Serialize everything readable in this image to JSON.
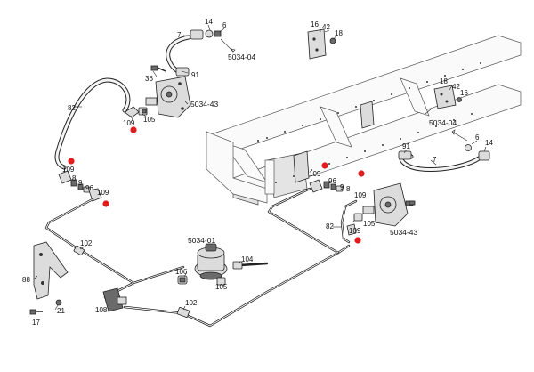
{
  "colors": {
    "marker": "#e21b1b",
    "line": "#222222",
    "part_fill": "#dcdcdc"
  },
  "labels": {
    "l14_top": "14",
    "l6_top": "6",
    "l7_top": "7",
    "l5034_04_top": "5034-04",
    "l36": "36",
    "l91_top": "91",
    "l5034_43_top": "5034-43",
    "l109_top": "109",
    "l105_top": "105",
    "l82_left": "82",
    "l109_left": "109",
    "l8_left": "8",
    "l9_left": "9",
    "l96_left": "96",
    "l109_left2": "109",
    "l16_top": "16",
    "l42_top": "42",
    "l18_top": "18",
    "l18_right": "18",
    "l42_right": "42",
    "l16_right": "16",
    "l5034_04_right": "5034-04",
    "l6_right": "6",
    "l14_right": "14",
    "l91_right": "91",
    "l7_right": "7",
    "l109_mid": "109",
    "l96_mid": "96",
    "l9_mid": "9",
    "l8_mid": "8",
    "l109_mid2": "109",
    "l82_mid": "82",
    "l109_mid3": "109",
    "l105_mid": "105",
    "l5034_43_mid": "5034-43",
    "l102_top": "102",
    "l5034_01": "5034-01",
    "l106": "106",
    "l104": "104",
    "l105_bot": "105",
    "l102_bot": "102",
    "l88": "88",
    "l21": "21",
    "l17": "17",
    "l108": "108"
  }
}
